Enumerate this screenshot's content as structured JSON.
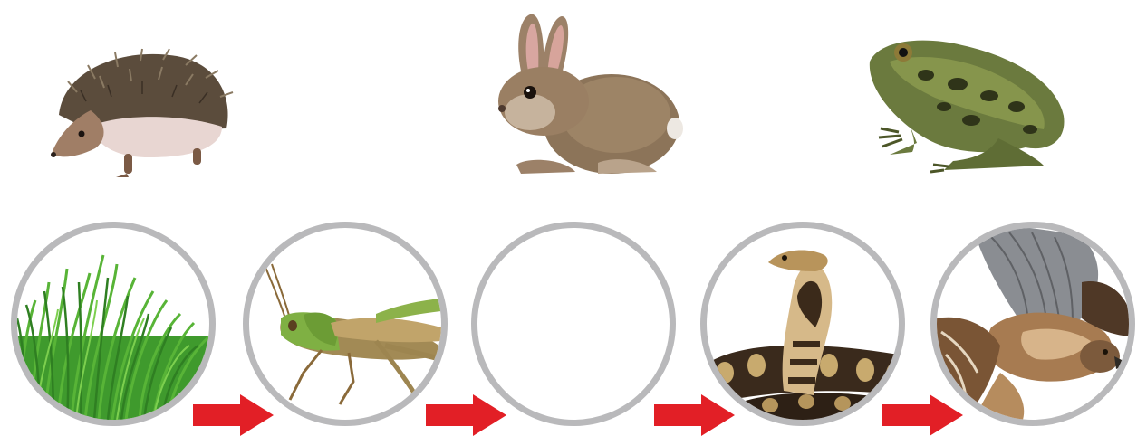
{
  "diagram": {
    "type": "food-chain",
    "answer_options": [
      {
        "id": "hedgehog",
        "icon": "hedgehog-icon"
      },
      {
        "id": "rabbit",
        "icon": "rabbit-icon"
      },
      {
        "id": "frog",
        "icon": "frog-icon"
      }
    ],
    "chain": [
      {
        "position": 1,
        "organism": "grass",
        "icon": "grass-icon"
      },
      {
        "position": 2,
        "organism": "grasshopper",
        "icon": "grasshopper-icon"
      },
      {
        "position": 3,
        "organism": "",
        "icon": "empty-slot"
      },
      {
        "position": 4,
        "organism": "snake",
        "icon": "snake-icon"
      },
      {
        "position": 5,
        "organism": "hawk",
        "icon": "hawk-icon"
      }
    ],
    "colors": {
      "arrow": "#e21f26",
      "circle_border": "#b9b9bb"
    }
  }
}
